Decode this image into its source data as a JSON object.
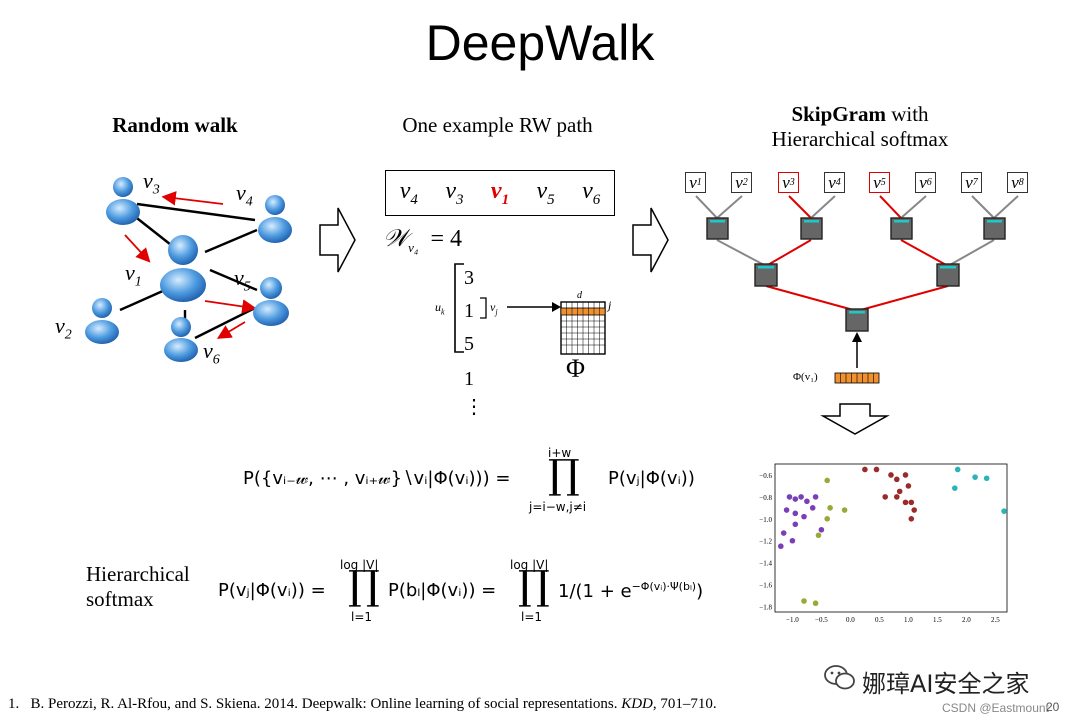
{
  "title": "DeepWalk",
  "random_walk": {
    "heading": "Random walk",
    "node_labels": [
      "v3",
      "v4",
      "v1",
      "v5",
      "v2",
      "v6"
    ]
  },
  "rw_path": {
    "heading": "One example RW path",
    "sequence": [
      {
        "base": "v",
        "sub": "4",
        "highlight": false
      },
      {
        "base": "v",
        "sub": "3",
        "highlight": false
      },
      {
        "base": "v",
        "sub": "1",
        "highlight": true
      },
      {
        "base": "v",
        "sub": "5",
        "highlight": false
      },
      {
        "base": "v",
        "sub": "6",
        "highlight": false
      }
    ],
    "window_label": "𝒲",
    "window_sub": "v₄",
    "window_value": "= 4",
    "list": [
      "3",
      "1",
      "5",
      "1",
      "⋮"
    ],
    "uk_label": "u",
    "uk_sub": "k",
    "vj_label": "v",
    "vj_sub": "j",
    "matrix_d": "d",
    "matrix_j": "j",
    "matrix_label": "Φ"
  },
  "skipgram": {
    "heading_bold": "SkipGram",
    "heading_rest": " with",
    "heading_line2": "Hierarchical softmax",
    "leaves": [
      {
        "base": "v",
        "sub": "1",
        "hl": false
      },
      {
        "base": "v",
        "sub": "2",
        "hl": false
      },
      {
        "base": "v",
        "sub": "3",
        "hl": true
      },
      {
        "base": "v",
        "sub": "4",
        "hl": false
      },
      {
        "base": "v",
        "sub": "5",
        "hl": true
      },
      {
        "base": "v",
        "sub": "6",
        "hl": false
      },
      {
        "base": "v",
        "sub": "7",
        "hl": false
      },
      {
        "base": "v",
        "sub": "8",
        "hl": false
      }
    ],
    "phi_label": "Φ(v₁)"
  },
  "formula1": "P({vᵢ₋w, ⋯ , vᵢ₊w}∖vᵢ|Φ(vᵢ))) = ∏ P(vⱼ|Φ(vᵢ))",
  "formula1_left": "P({vᵢ₋𝓌, ⋯ , vᵢ₊𝓌}∖vᵢ|Φ(vᵢ))) =",
  "formula1_prod_top": "i+w",
  "formula1_prod_bottom": "j=i−w,j≠i",
  "formula1_right": "P(vⱼ|Φ(vᵢ))",
  "hs_label_line1": "Hierarchical",
  "hs_label_line2": "softmax",
  "formula2_a": "P(vⱼ|Φ(vᵢ)) =",
  "formula2_prod_top": "log |V|",
  "formula2_prod_bottom": "l=1",
  "formula2_b": "P(bₗ|Φ(vᵢ)) =",
  "formula2_c": "1/(1 + e",
  "formula2_exp": "−Φ(vᵢ)·Ψ(bₗ)",
  "formula2_close": ")",
  "scatter": {
    "chart_data": {
      "type": "scatter",
      "xlim": [
        -1.3,
        2.7
      ],
      "ylim": [
        -1.85,
        -0.5
      ],
      "xticks": [
        "−1.0",
        "−0.5",
        "0.0",
        "0.5",
        "1.0",
        "1.5",
        "2.0",
        "2.5"
      ],
      "yticks": [
        "−0.6",
        "−0.8",
        "−1.0",
        "−1.2",
        "−1.4",
        "−1.6",
        "−1.8"
      ],
      "series": [
        {
          "color": "#7a3fb8",
          "points": [
            [
              -1.05,
              -0.8
            ],
            [
              -0.95,
              -0.82
            ],
            [
              -0.85,
              -0.8
            ],
            [
              -0.75,
              -0.84
            ],
            [
              -1.1,
              -0.92
            ],
            [
              -0.95,
              -0.95
            ],
            [
              -0.8,
              -0.98
            ],
            [
              -0.6,
              -0.8
            ],
            [
              -0.95,
              -1.05
            ],
            [
              -1.15,
              -1.13
            ],
            [
              -0.5,
              -1.1
            ],
            [
              -1.0,
              -1.2
            ],
            [
              -1.2,
              -1.25
            ],
            [
              -0.65,
              -0.9
            ]
          ]
        },
        {
          "color": "#9aa83a",
          "points": [
            [
              -0.4,
              -0.65
            ],
            [
              -0.35,
              -0.9
            ],
            [
              -0.1,
              -0.92
            ],
            [
              -0.4,
              -1.0
            ],
            [
              -0.55,
              -1.15
            ],
            [
              -0.8,
              -1.75
            ],
            [
              -0.6,
              -1.77
            ]
          ]
        },
        {
          "color": "#9b2a2a",
          "points": [
            [
              0.25,
              -0.55
            ],
            [
              0.45,
              -0.55
            ],
            [
              0.7,
              -0.6
            ],
            [
              0.95,
              -0.6
            ],
            [
              0.8,
              -0.64
            ],
            [
              1.0,
              -0.7
            ],
            [
              0.85,
              -0.75
            ],
            [
              0.6,
              -0.8
            ],
            [
              0.8,
              -0.8
            ],
            [
              0.95,
              -0.85
            ],
            [
              1.05,
              -0.85
            ],
            [
              1.1,
              -0.92
            ],
            [
              1.05,
              -1.0
            ]
          ]
        },
        {
          "color": "#2ab3b8",
          "points": [
            [
              1.85,
              -0.55
            ],
            [
              2.15,
              -0.62
            ],
            [
              2.35,
              -0.63
            ],
            [
              1.8,
              -0.72
            ],
            [
              2.65,
              -0.93
            ]
          ]
        }
      ]
    }
  },
  "watermark": "娜璋AI安全之家",
  "footer": {
    "number": "1.",
    "text": "B. Perozzi, R. Al-Rfou, and S. Skiena. 2014. Deepwalk: Online learning of social representations. ",
    "venue": "KDD",
    "pages": ", 701–710."
  },
  "csdn": "CSDN @Eastmount",
  "page_number": "20"
}
